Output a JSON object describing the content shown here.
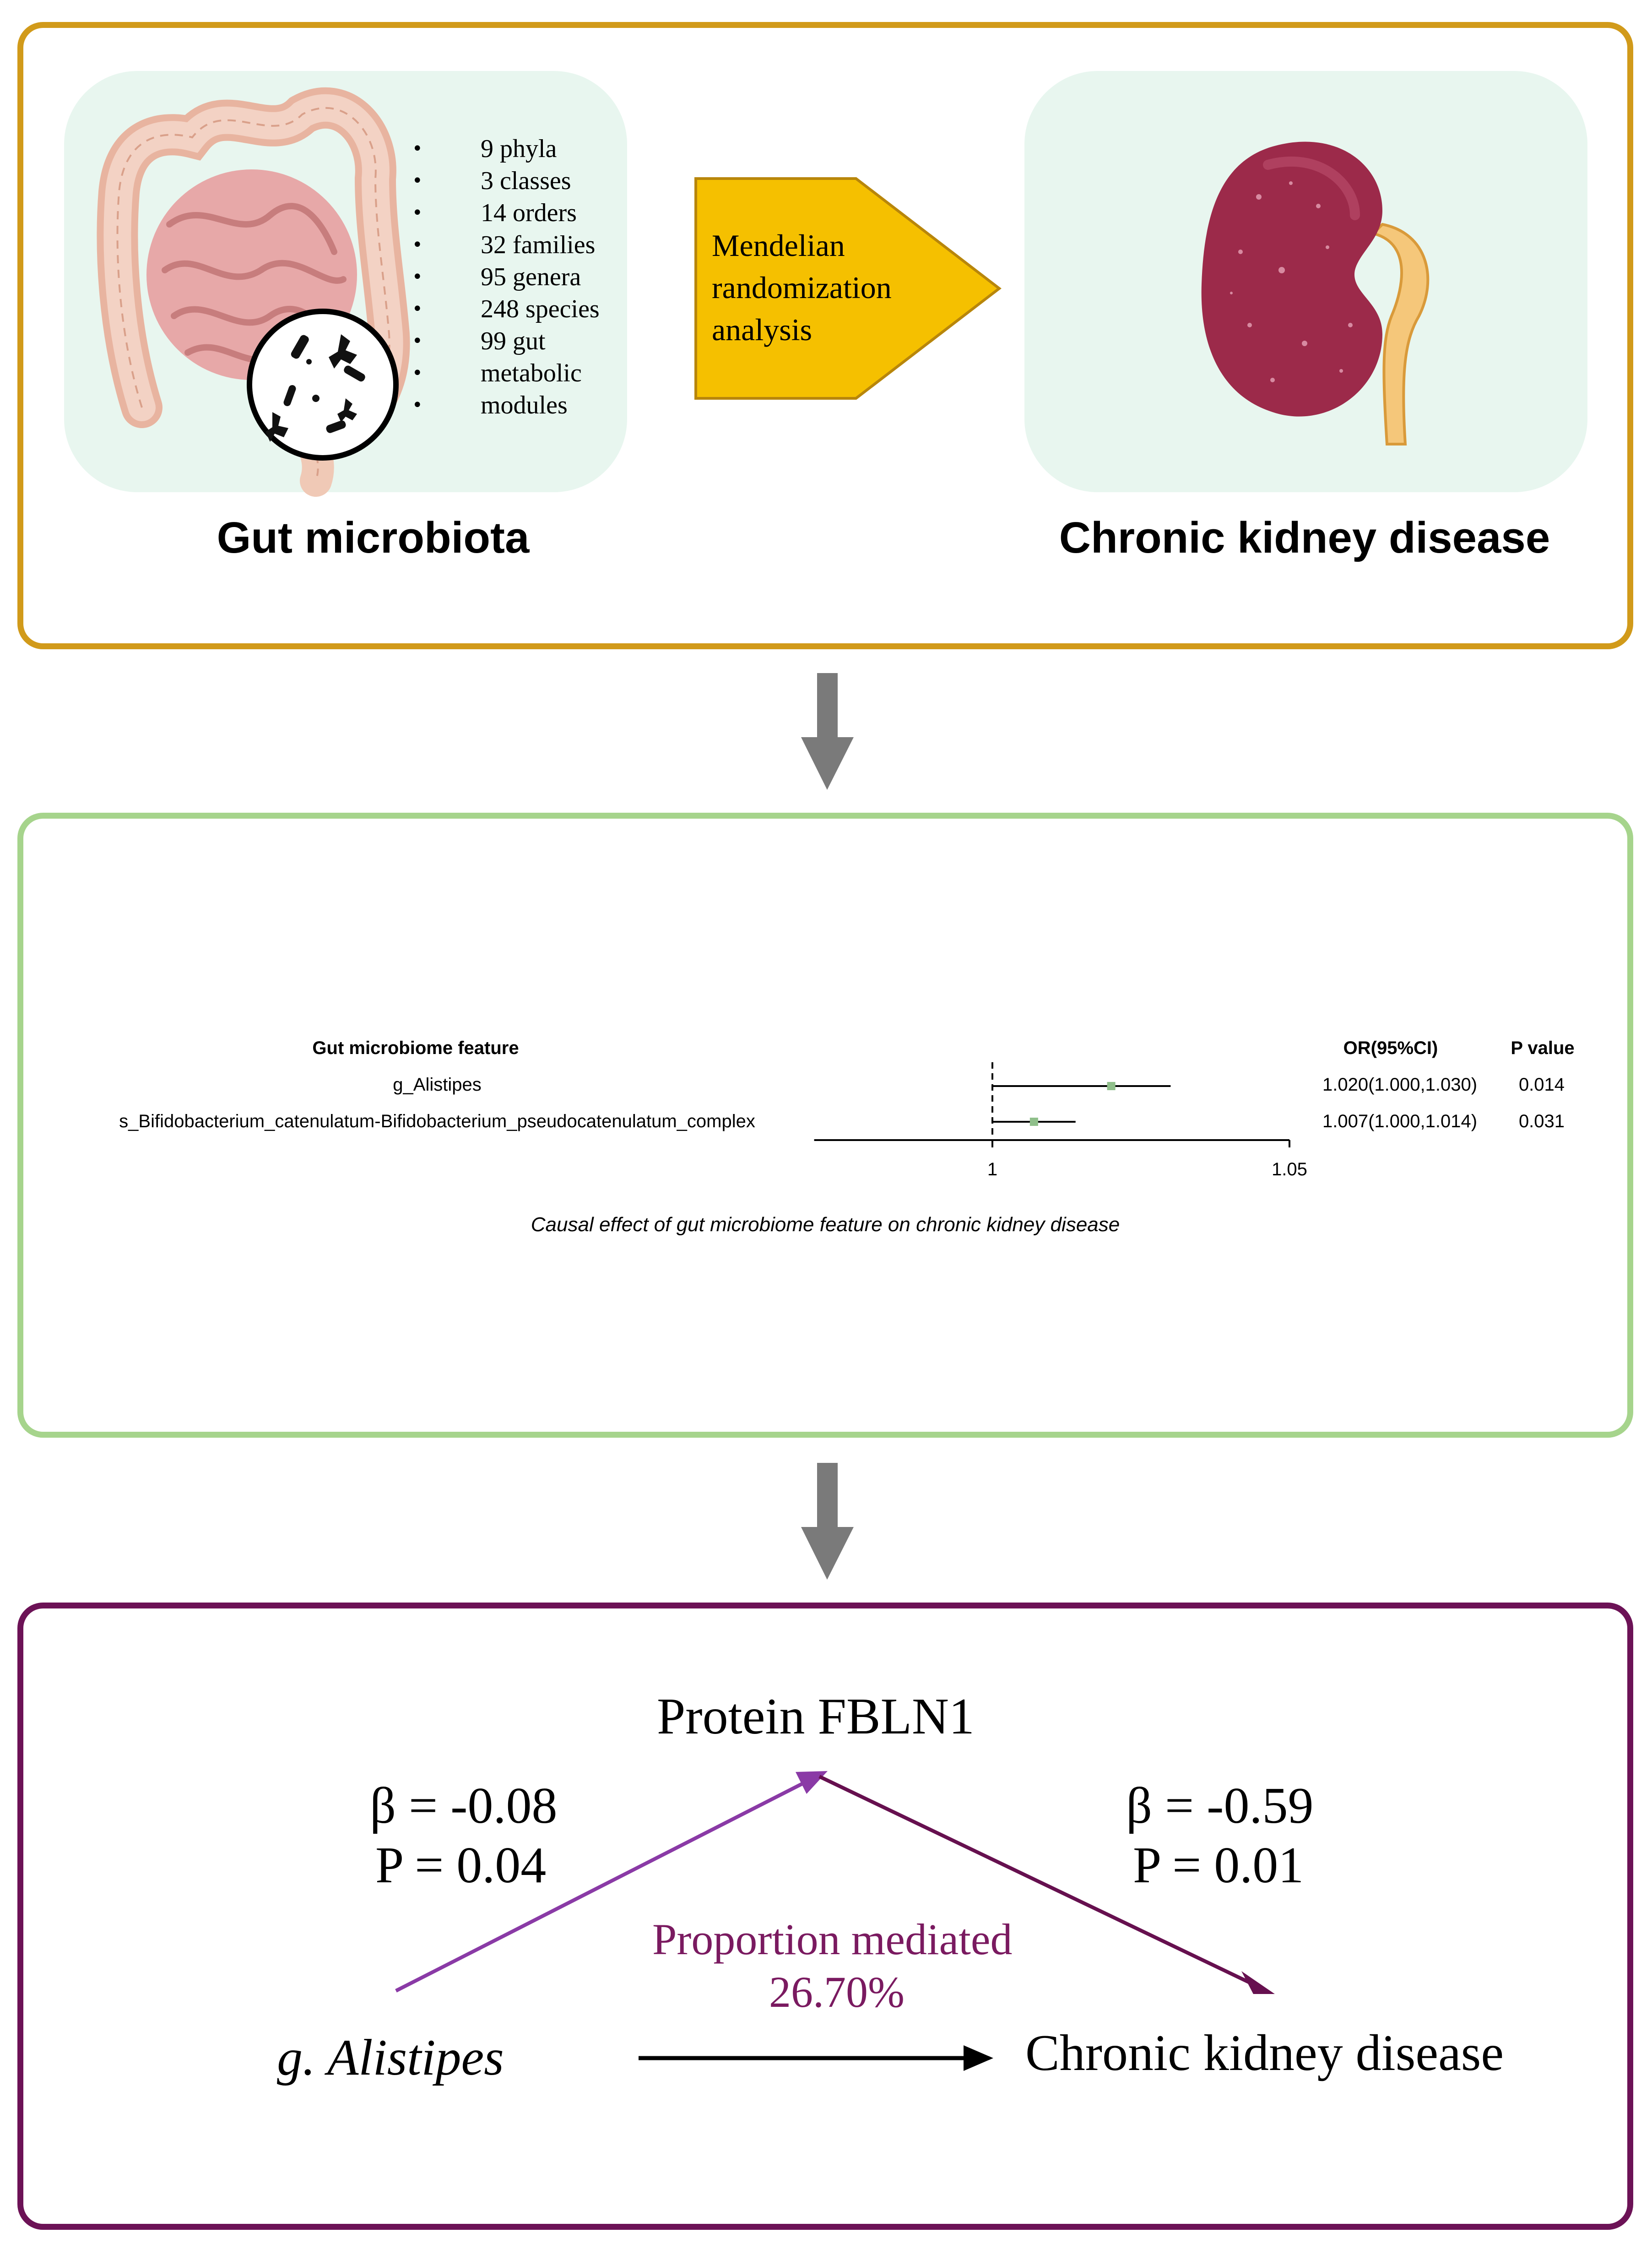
{
  "panel1": {
    "left_caption": "Gut microbiota",
    "right_caption": "Chronic kidney disease",
    "taxa": [
      "9 phyla",
      "3 classes",
      "14 orders",
      "32 families",
      "95 genera",
      "248 species",
      "99 gut",
      "metabolic",
      "modules"
    ],
    "method_lines": [
      "Mendelian",
      "randomization",
      "analysis"
    ]
  },
  "panel2": {
    "headers": {
      "feature": "Gut microbiome feature",
      "or": "OR(95%CI)",
      "p": "P value"
    },
    "rows": [
      {
        "feature": "g_Alistipes",
        "or_text": "1.020(1.000,1.030)",
        "p": "0.014",
        "or": 1.02,
        "lo": 1.0,
        "hi": 1.03
      },
      {
        "feature": "s_Bifidobacterium_catenulatum-Bifidobacterium_pseudocatenulatum_complex",
        "or_text": "1.007(1.000,1.014)",
        "p": "0.031",
        "or": 1.007,
        "lo": 1.0,
        "hi": 1.014
      }
    ],
    "axis_ticks": [
      "1",
      "1.05"
    ],
    "caption": "Causal effect of gut microbiome feature on chronic kidney disease"
  },
  "panel3": {
    "mediator": "Protein FBLN1",
    "exposure": "g. Alistipes",
    "outcome": "Chronic kidney disease",
    "left_beta": "β = -0.08",
    "left_p": "P = 0.04",
    "right_beta": "β = -0.59",
    "right_p": "P = 0.01",
    "proportion_label": "Proportion mediated",
    "proportion_value": "26.70%"
  },
  "colors": {
    "panel1_border": "#d19a1a",
    "panel2_border": "#a6d48c",
    "panel3_border": "#6c1256",
    "mr_arrow": "#f5c000",
    "flow_arrow": "#7a7a7a",
    "path_a": "#8a3aa6",
    "path_b": "#66104f",
    "proportion_text": "#7a1a60"
  },
  "chart_data": {
    "type": "forest",
    "title": "",
    "caption": "Causal effect of gut microbiome feature on chronic kidney disease",
    "columns": [
      "Gut microbiome feature",
      "OR(95%CI)",
      "P value"
    ],
    "reference_line": 1,
    "xlim": [
      0.97,
      1.05
    ],
    "xticks": [
      1,
      1.05
    ],
    "series": [
      {
        "name": "g_Alistipes",
        "or": 1.02,
        "ci": [
          1.0,
          1.03
        ],
        "p": 0.014
      },
      {
        "name": "s_Bifidobacterium_catenulatum-Bifidobacterium_pseudocatenulatum_complex",
        "or": 1.007,
        "ci": [
          1.0,
          1.014
        ],
        "p": 0.031
      }
    ]
  }
}
